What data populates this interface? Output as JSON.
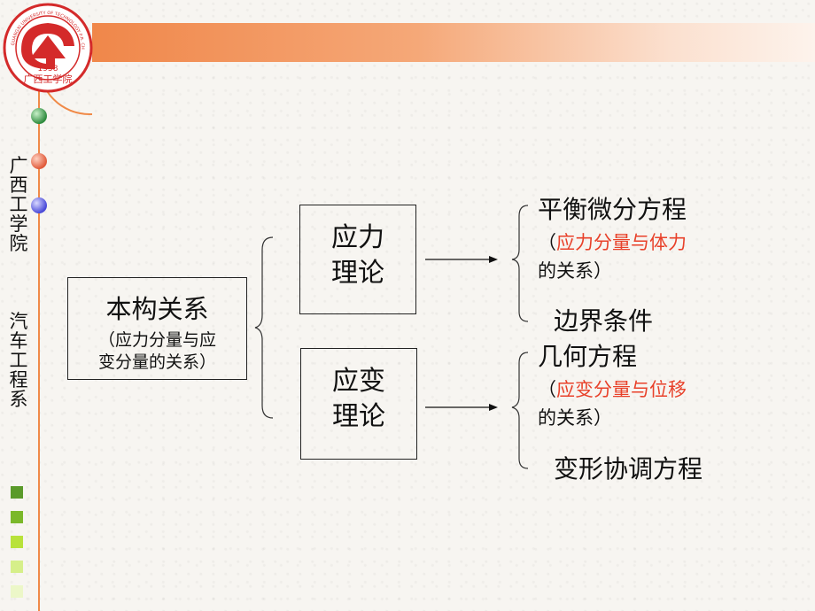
{
  "sidebar": {
    "school_chars": [
      "广",
      "西",
      "工",
      "学",
      "院"
    ],
    "dept_chars": [
      "汽",
      "车",
      "工",
      "程",
      "系"
    ],
    "logo": {
      "text_year": "1958",
      "text_name": "广西工学院",
      "ring_text": "GUANGXI UNIVERSITY OF TECHNOLOGY  P.R. CHINA"
    },
    "squares": [
      "#5a9a2a",
      "#7bb82a",
      "#b8e23a",
      "#d6ef8a",
      "#ecf7c8"
    ]
  },
  "diagram": {
    "root": {
      "title": "本构关系",
      "note_line1": "（应力分量与应",
      "note_line2": "变分量的关系）"
    },
    "stress": {
      "line1": "应力",
      "line2": "理论"
    },
    "strain": {
      "line1": "应变",
      "line2": "理论"
    },
    "stress_items": {
      "item1": "平衡微分方程",
      "paren_open": "（",
      "item1_note_red": "应力分量与体力",
      "item1_note_tail": "的关系）",
      "item2": "边界条件"
    },
    "strain_items": {
      "item1": "几何方程",
      "paren_open": "（",
      "item1_note_red": "应变分量与位移",
      "item1_note_tail": "的关系）",
      "item2": "变形协调方程"
    }
  },
  "colors": {
    "accent": "#f08a48",
    "highlight_text": "#e8412a",
    "logo_red": "#d42a2a"
  }
}
